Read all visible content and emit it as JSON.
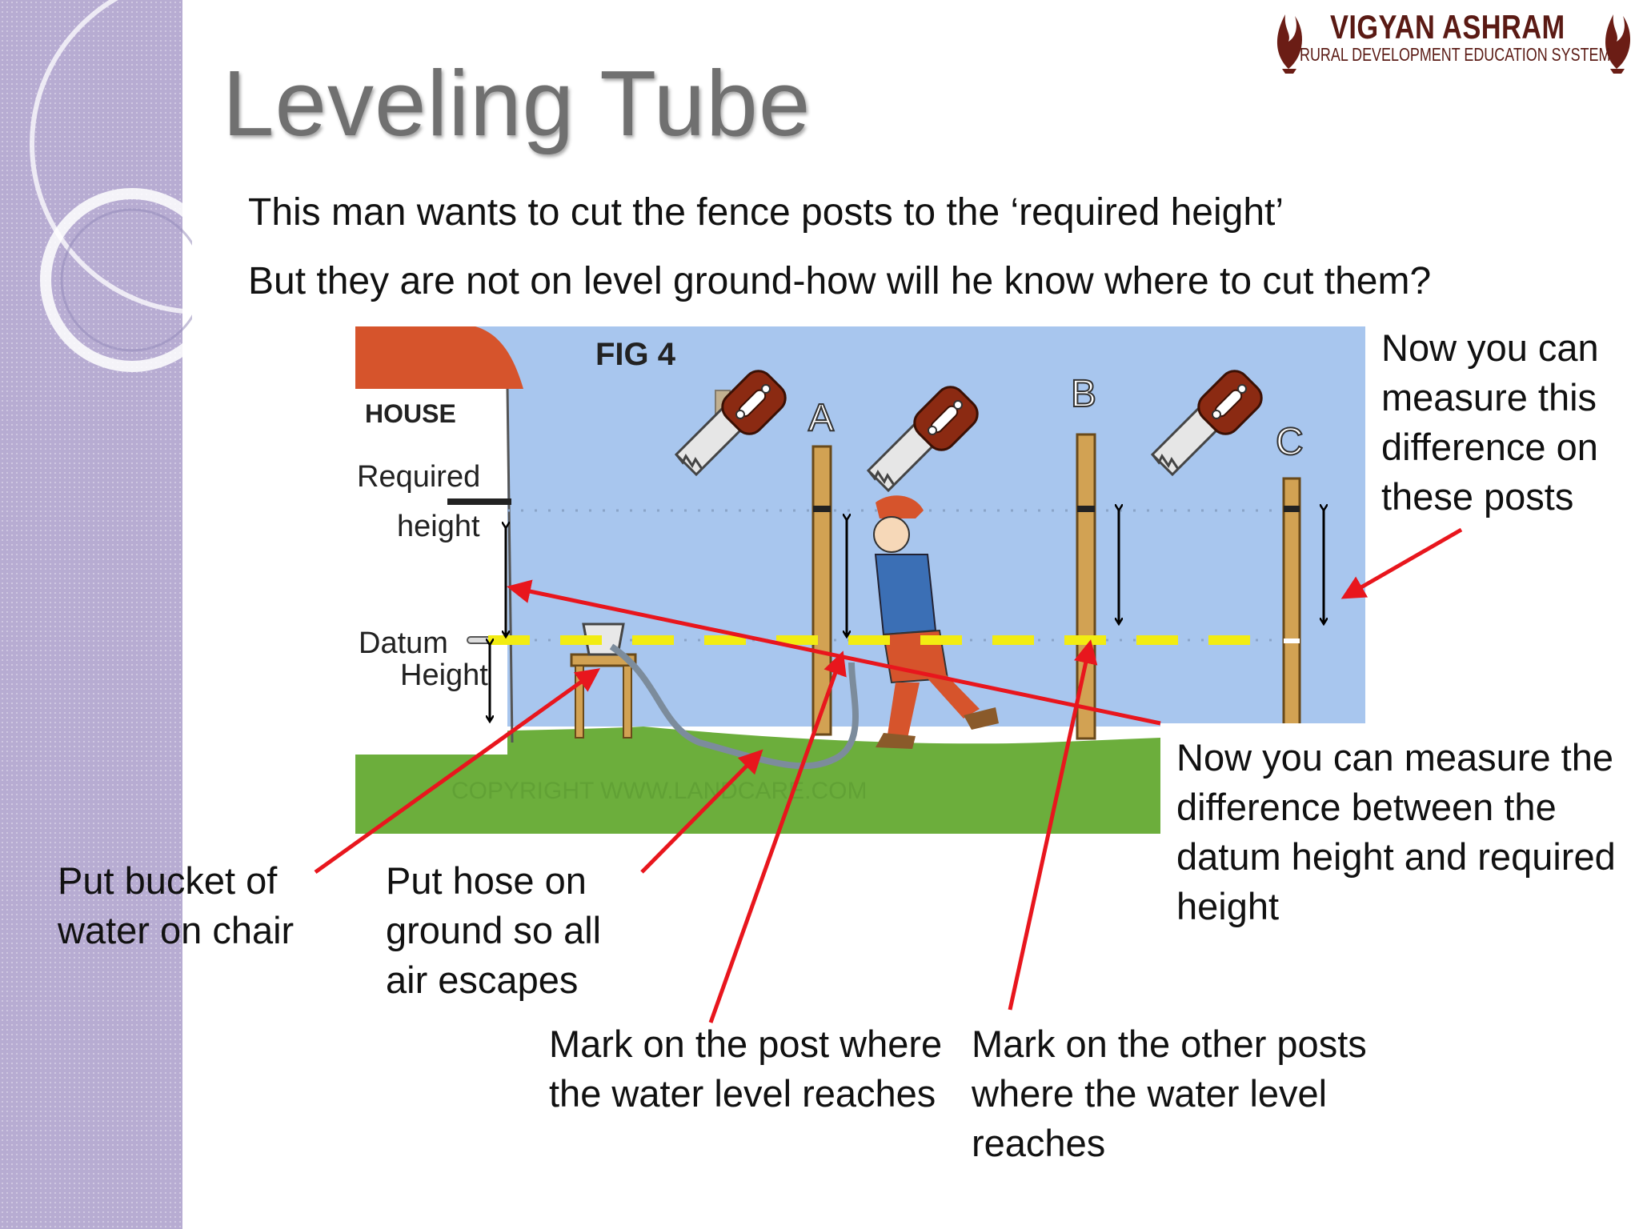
{
  "slide": {
    "title": "Leveling Tube",
    "line1": "This man wants to cut the fence posts to the ‘required height’",
    "line2": "But they are not on level ground-how will he know where to cut them?"
  },
  "logo": {
    "name": "VIGYAN ASHRAM",
    "tagline": "RURAL DEVELOPMENT EDUCATION SYSTEM"
  },
  "figure": {
    "fig_label": "FIG 4",
    "house_label": "HOUSE",
    "required_line1": "Required",
    "required_line2": "height",
    "datum_line1": "Datum",
    "datum_line2": "Height",
    "post_a": "A",
    "post_b": "B",
    "post_c": "C",
    "watermark": "COPYRIGHT WWW.LANDCARE.COM"
  },
  "captions": {
    "posts_difference": "Now you can measure this difference on these posts",
    "datum_difference": "Now you can measure the difference between the datum height and required height",
    "bucket": "Put bucket of water on chair",
    "hose": "Put hose on ground so all air escapes",
    "mark_post": "Mark on the post where the water level reaches",
    "mark_other": "Mark on the other posts where the water level reaches"
  },
  "colors": {
    "sidebar": "#b7acd2",
    "title": "#707070",
    "sky": "#a8c6ee",
    "grass": "#6cae3c",
    "roof": "#d6542c",
    "arrow_red": "#e8161d",
    "datum_dash": "#f2ec12",
    "logo_maroon": "#5a1a14"
  }
}
